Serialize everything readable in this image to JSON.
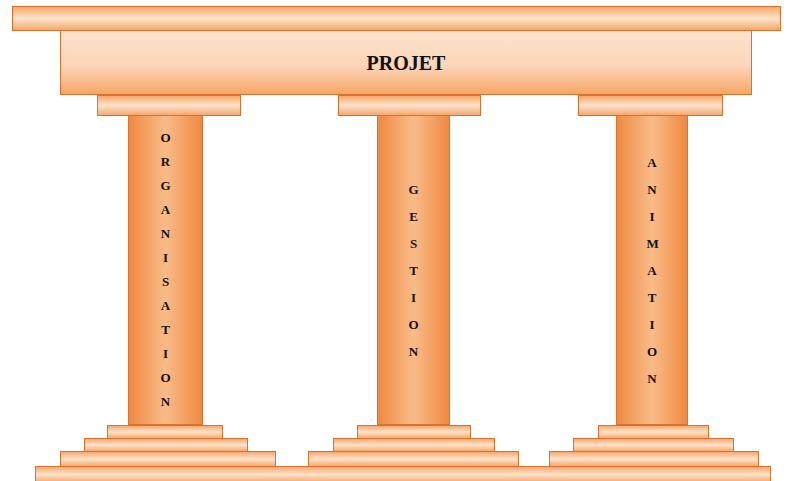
{
  "diagram": {
    "nodes": [
      {
        "text": [
          "PROJET"
        ]
      },
      {
        "text": [
          "ORGANISATION"
        ]
      },
      {
        "text": [
          "GESTION"
        ]
      },
      {
        "text": [
          "ANIMATION"
        ]
      }
    ]
  }
}
